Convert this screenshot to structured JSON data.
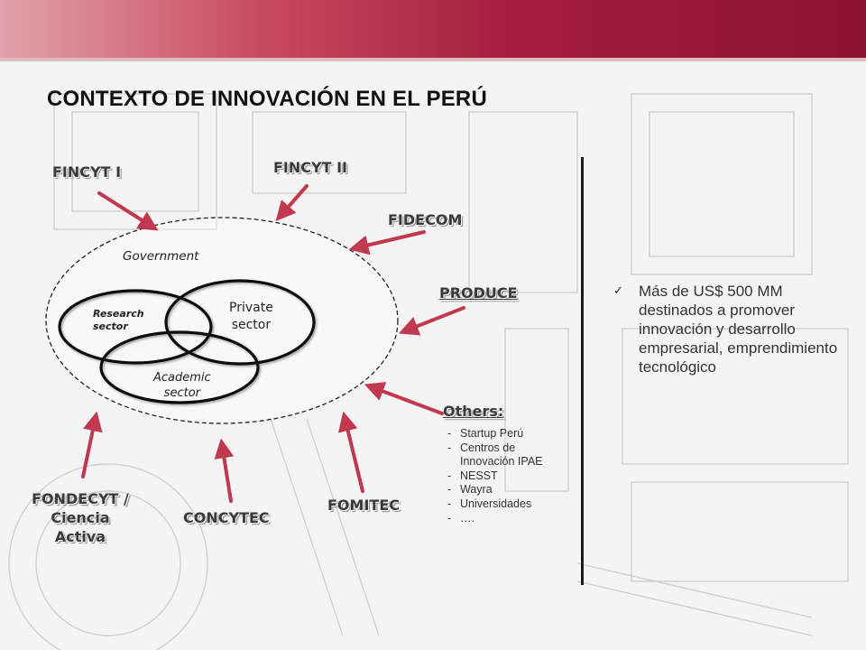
{
  "title": "CONTEXTO DE INNOVACIÓN EN EL PERÚ",
  "funds": {
    "fincyt1": "FINCYT I",
    "fincyt2": "FINCYT II",
    "fidecom": "FIDECOM",
    "produce": "PRODUCE",
    "others": "Others:",
    "fondecyt": "FONDECYT /\nCiencia\nActiva",
    "concytec": "CONCYTEC",
    "fomitec": "FOMITEC"
  },
  "diagram": {
    "government": "Government",
    "research": "Research\nsector",
    "private": "Private\nsector",
    "academic": "Academic\nsector"
  },
  "others_items": [
    "Startup Perú",
    "Centros de Innovación IPAE",
    "NESST",
    "Wayra",
    "Universidades",
    "…."
  ],
  "claim": "Más de US$ 500 MM destinados a promover innovación y desarrollo empresarial, emprendimiento tecnológico",
  "colors": {
    "banner": "#a31c3e",
    "arrow": "#c0394f"
  }
}
